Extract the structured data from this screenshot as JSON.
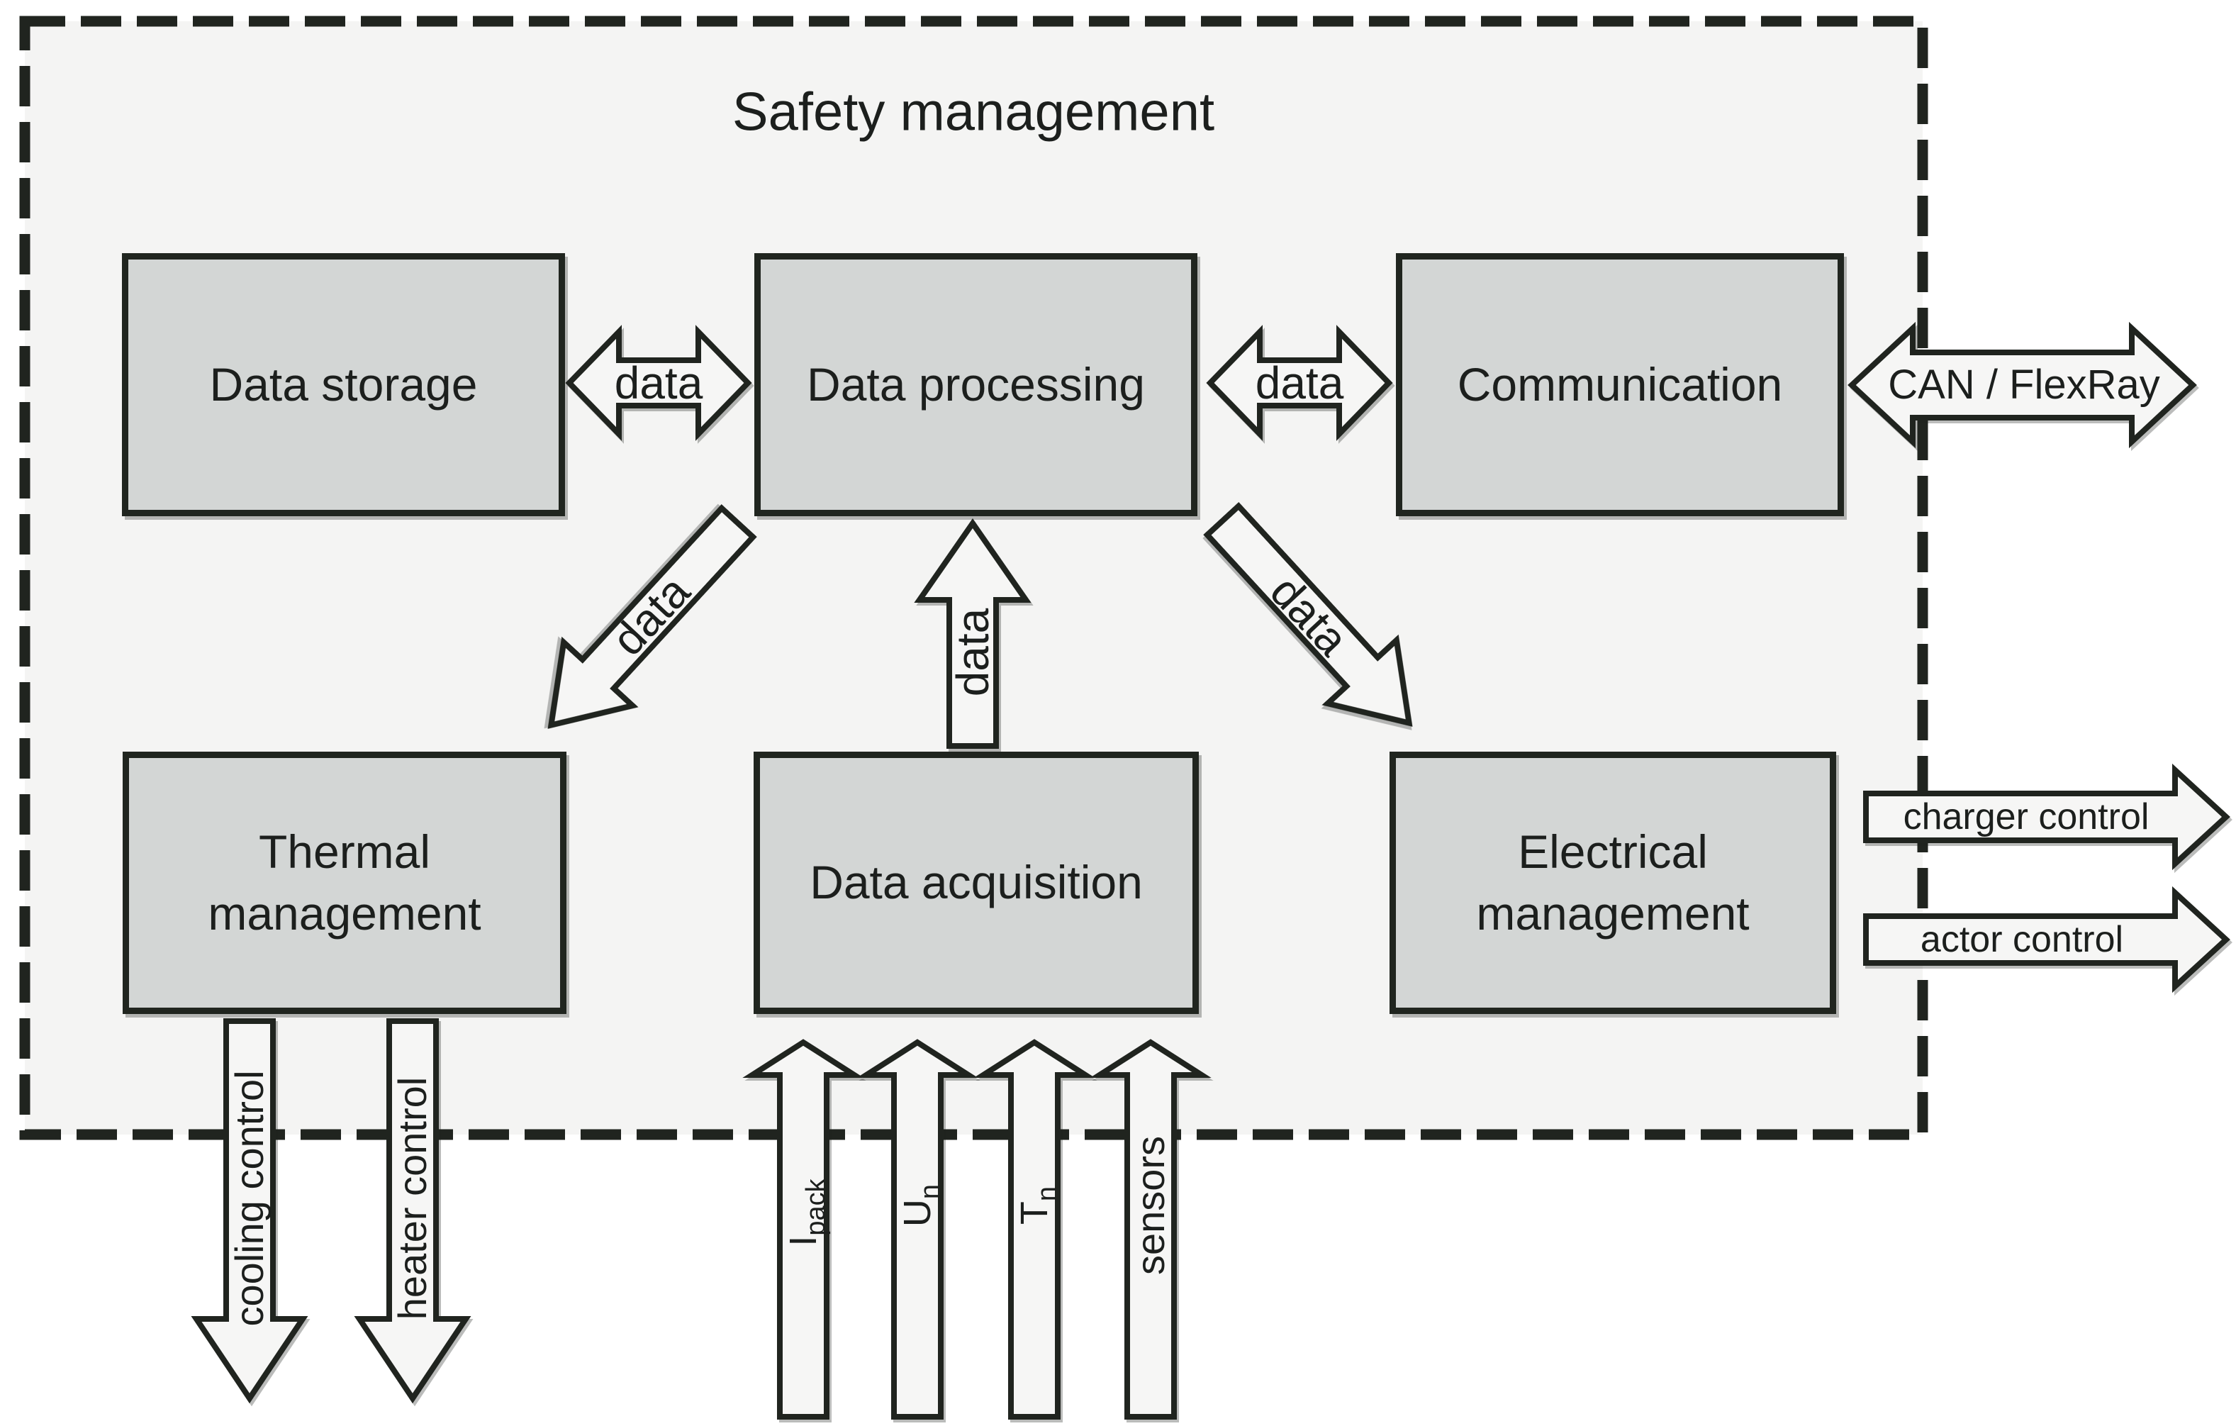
{
  "diagram": {
    "title": "Safety management",
    "boxes": {
      "data_storage": "Data storage",
      "data_processing": "Data processing",
      "communication": "Communication",
      "thermal_management": "Thermal management",
      "data_acquisition": "Data acquisition",
      "electrical_management": "Electrical management"
    },
    "arrow_labels": {
      "storage_processing": "data",
      "processing_communication": "data",
      "can_flexray": "CAN / FlexRay",
      "processing_thermal": "data",
      "acquisition_processing": "data",
      "processing_electrical": "data",
      "cooling_control": "cooling control",
      "heater_control": "heater control",
      "current_main": "I",
      "current_sub": "pack",
      "voltage_main": "U",
      "voltage_sub": "n",
      "temperature_main": "T",
      "temperature_sub": "n",
      "sensors": "sensors",
      "charger_control": "charger control",
      "actor_control": "actor control"
    },
    "colors": {
      "box_fill": "#d3d6d5",
      "box_border": "#20251f",
      "panel_fill": "#f4f4f3",
      "panel_border": "#20241f",
      "arrow_fill": "#f6f6f5",
      "arrow_stroke": "#20241f",
      "text": "#1c1f1d",
      "page_background": "#ffffff"
    }
  }
}
